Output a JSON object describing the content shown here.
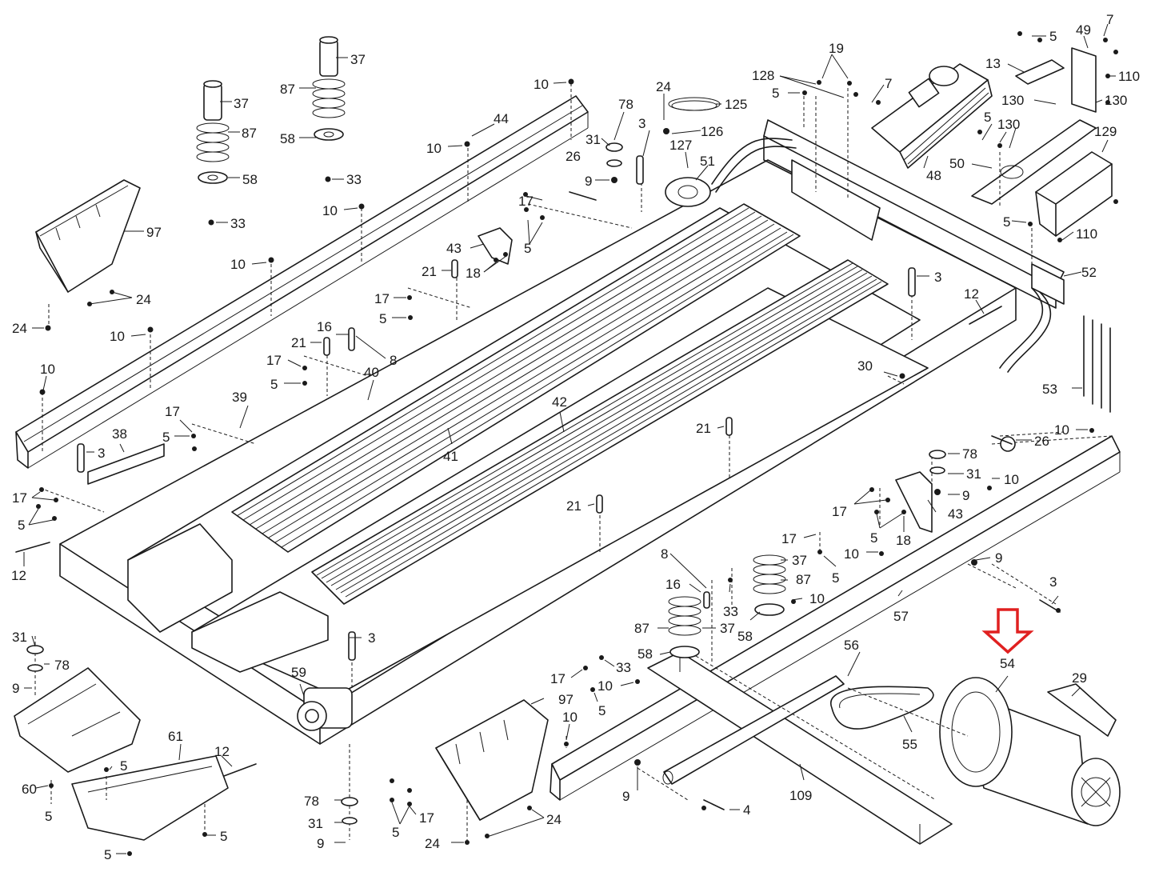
{
  "diagram": {
    "labels": {
      "l1": "3",
      "l2": "4",
      "l3": "5",
      "l4": "7",
      "l5": "8",
      "l6": "9",
      "l7": "10",
      "l8": "12",
      "l9": "13",
      "l10": "16",
      "l11": "17",
      "l12": "18",
      "l13": "19",
      "l14": "21",
      "l15": "24",
      "l16": "26",
      "l17": "29",
      "l18": "30",
      "l19": "31",
      "l20": "33",
      "l21": "37",
      "l22": "38",
      "l23": "39",
      "l24": "40",
      "l25": "41",
      "l26": "42",
      "l27": "43",
      "l28": "44",
      "l29": "48",
      "l30": "49",
      "l31": "50",
      "l32": "51",
      "l33": "52",
      "l34": "53",
      "l35": "54",
      "l36": "55",
      "l37": "56",
      "l38": "57",
      "l39": "58",
      "l40": "59",
      "l41": "60",
      "l42": "61",
      "l43": "78",
      "l44": "87",
      "l45": "97",
      "l46": "109",
      "l47": "110",
      "l48": "125",
      "l49": "126",
      "l50": "127",
      "l51": "128",
      "l52": "129",
      "l53": "130"
    },
    "highlight": {
      "part": "54",
      "color": "#e02020"
    }
  }
}
